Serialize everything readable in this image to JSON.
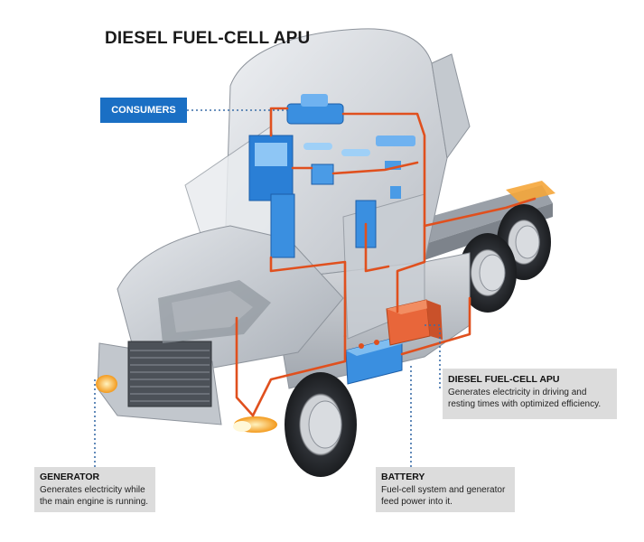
{
  "title": "DIESEL FUEL-CELL APU",
  "consumers": {
    "label": "CONSUMERS"
  },
  "callouts": {
    "apu": {
      "heading": "DIESEL FUEL-CELL APU",
      "line1": "Generates electricity in driving and",
      "line2": "resting times with optimized efficiency."
    },
    "generator": {
      "heading": "GENERATOR",
      "line1": "Generates electricity while",
      "line2": "the main engine is running."
    },
    "battery": {
      "heading": "BATTERY",
      "line1": "Fuel-cell system and generator",
      "line2": "feed power into it."
    }
  },
  "colors": {
    "accent": "#1a6fc4",
    "wire": "#e0501e",
    "apu_unit": "#e8663a",
    "callout_bg": "#dcdcdc",
    "truck_body": "#cfd3d8"
  }
}
